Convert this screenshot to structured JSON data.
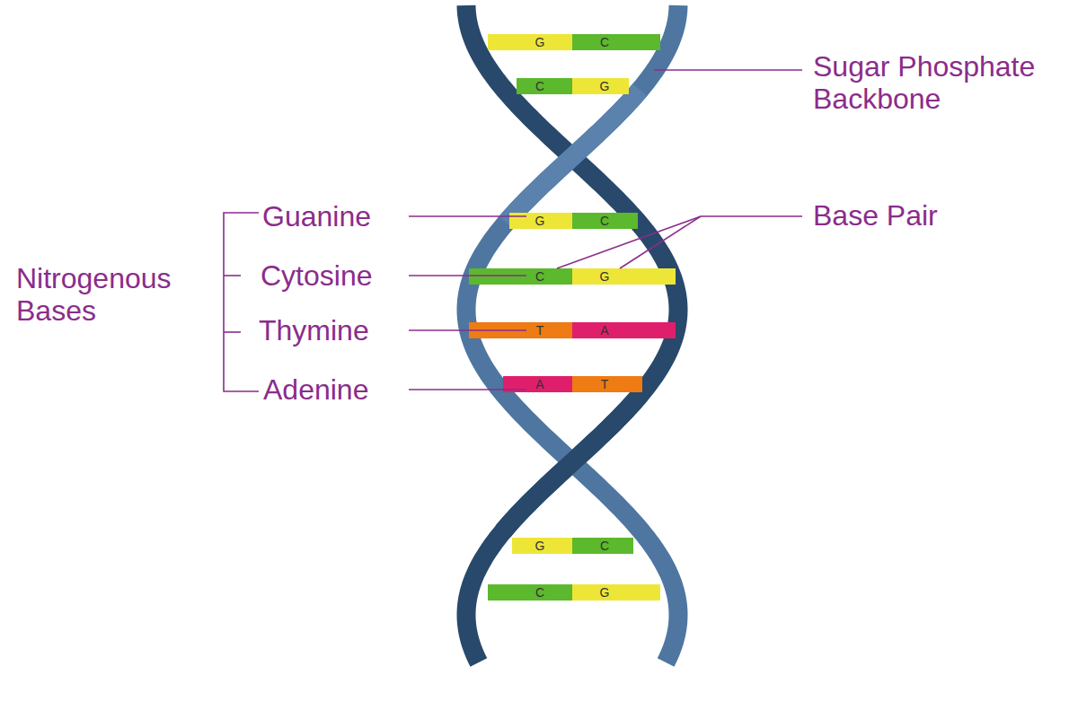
{
  "diagram": {
    "nodes": [
      {
        "text": [
          "G"
        ]
      },
      {
        "text": [
          "C"
        ]
      },
      {
        "text": [
          "C"
        ]
      },
      {
        "text": [
          "G"
        ]
      },
      {
        "text": [
          "G"
        ]
      },
      {
        "text": [
          "C"
        ]
      },
      {
        "text": [
          "C"
        ]
      },
      {
        "text": [
          "G"
        ]
      },
      {
        "text": [
          "T"
        ]
      },
      {
        "text": [
          "A"
        ]
      },
      {
        "text": [
          "A"
        ]
      },
      {
        "text": [
          "T"
        ]
      },
      {
        "text": [
          "G"
        ]
      },
      {
        "text": [
          "C"
        ]
      },
      {
        "text": [
          "C"
        ]
      },
      {
        "text": [
          "G"
        ]
      }
    ],
    "labels": [
      "Sugar Phosphate Backbone",
      "Base Pair",
      "Nitrogenous Bases",
      "Guanine",
      "Cytosine",
      "Thymine",
      "Adenine"
    ]
  }
}
